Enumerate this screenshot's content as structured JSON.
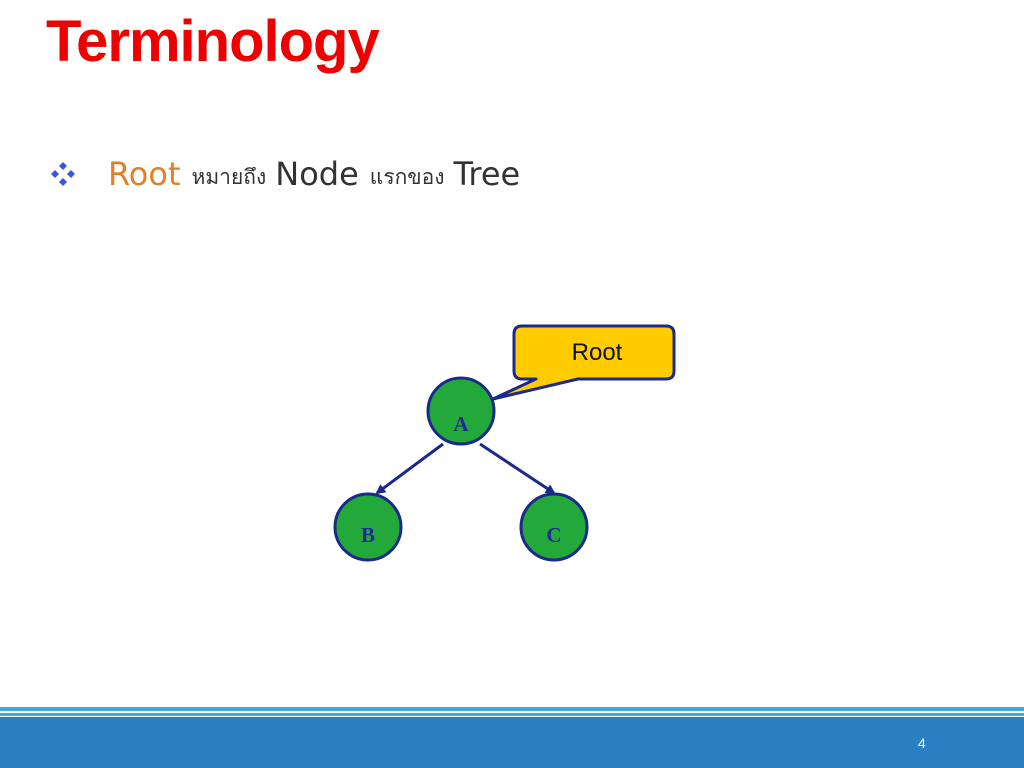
{
  "slide": {
    "title": "Terminology",
    "bullet": {
      "icon": "four-diamond-bullet-icon",
      "term": "Root",
      "thai1": "หมายถึง",
      "word1": "Node",
      "thai2": "แรกของ",
      "word2": "Tree"
    },
    "page_number": "4"
  },
  "diagram": {
    "callout": {
      "label": "Root",
      "fill": "#ffcc00",
      "border": "#1b2a8a"
    },
    "nodes": [
      {
        "id": "A",
        "label": "A"
      },
      {
        "id": "B",
        "label": "B"
      },
      {
        "id": "C",
        "label": "C"
      }
    ],
    "edges": [
      {
        "from": "A",
        "to": "B"
      },
      {
        "from": "A",
        "to": "C"
      }
    ],
    "colors": {
      "node_fill": "#22a93a",
      "node_border": "#1b2a8a",
      "edge": "#1b2a8a"
    }
  }
}
